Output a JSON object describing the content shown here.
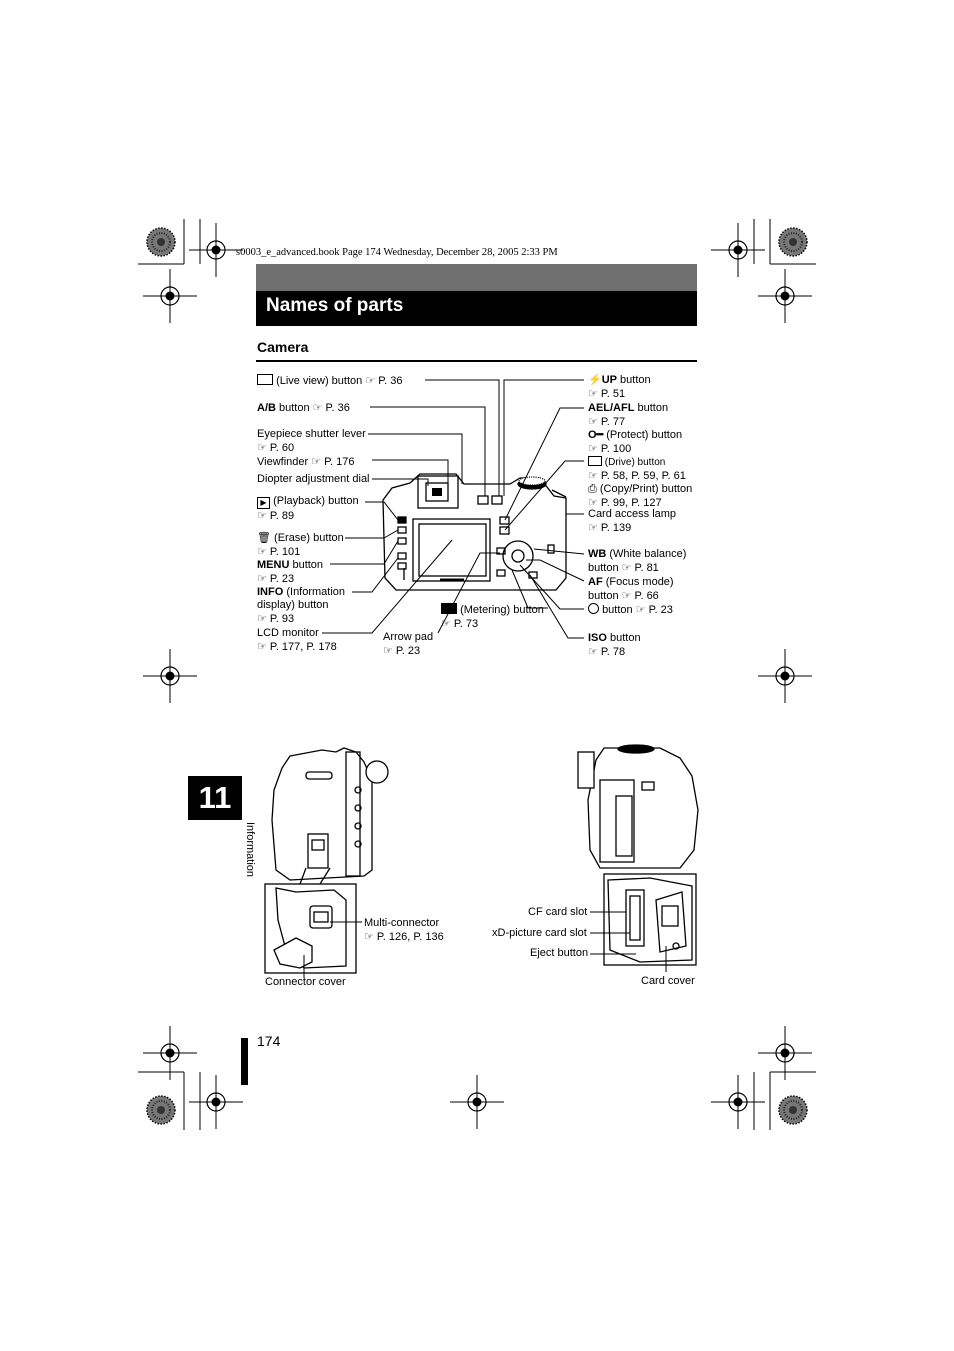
{
  "header": {
    "book_line": "s0003_e_advanced.book  Page 174  Wednesday, December 28, 2005  2:33 PM",
    "title": "Names of parts"
  },
  "section": {
    "heading": "Camera"
  },
  "labels": {
    "live_view": {
      "name": "(Live view) button",
      "ref": "P. 36"
    },
    "ab": {
      "name": "A/B",
      "suffix": "button",
      "ref": "P. 36"
    },
    "eyepiece": {
      "name": "Eyepiece shutter lever",
      "ref": "P. 60"
    },
    "viewfinder": {
      "name": "Viewfinder",
      "ref": "P. 176"
    },
    "diopter": {
      "name": "Diopter adjustment dial"
    },
    "playback": {
      "name": "(Playback) button",
      "ref": "P. 89"
    },
    "erase": {
      "name": "(Erase) button",
      "ref": "P. 101"
    },
    "menu": {
      "name": "MENU",
      "suffix": "button",
      "ref": "P. 23"
    },
    "info": {
      "name": "INFO",
      "suffix": "(Information",
      "line2": "display) button",
      "ref": "P. 93"
    },
    "lcd": {
      "name": "LCD monitor",
      "ref": "P. 177, P. 178"
    },
    "arrow": {
      "name": "Arrow pad",
      "ref": "P. 23"
    },
    "metering": {
      "name": "(Metering) button",
      "ref": "P. 73"
    },
    "up": {
      "name": "UP",
      "suffix": "button",
      "ref": "P. 51"
    },
    "ael": {
      "name": "AEL/AFL",
      "suffix": "button",
      "ref": "P. 77"
    },
    "protect": {
      "name": "(Protect) button",
      "ref": "P. 100"
    },
    "drive": {
      "name": "(Drive) button",
      "ref": "P. 58, P. 59, P. 61"
    },
    "copy": {
      "name": "(Copy/Print) button",
      "ref": "P. 99, P. 127"
    },
    "card_lamp": {
      "name": "Card access lamp",
      "ref": "P. 139"
    },
    "wb": {
      "name": "WB",
      "suffix": "(White balance)",
      "line2": "button",
      "ref": "P. 81"
    },
    "af": {
      "name": "AF",
      "suffix": "(Focus mode)",
      "line2": "button",
      "ref": "P. 66"
    },
    "ok": {
      "name": "button",
      "ref": "P. 23"
    },
    "iso": {
      "name": "ISO",
      "suffix": "button",
      "ref": "P. 78"
    },
    "multi": {
      "name": "Multi-connector",
      "ref": "P. 126, P. 136"
    },
    "connector_cover": {
      "name": "Connector cover"
    },
    "cf_slot": {
      "name": "CF card slot"
    },
    "xd_slot": {
      "name": "xD-picture card slot"
    },
    "eject": {
      "name": "Eject button"
    },
    "card_cover": {
      "name": "Card cover"
    }
  },
  "chapter": {
    "number": "11",
    "name": "Information"
  },
  "page": {
    "number": "174"
  },
  "icons": {
    "reference": "reference-hand-icon",
    "glyph": "☞"
  }
}
